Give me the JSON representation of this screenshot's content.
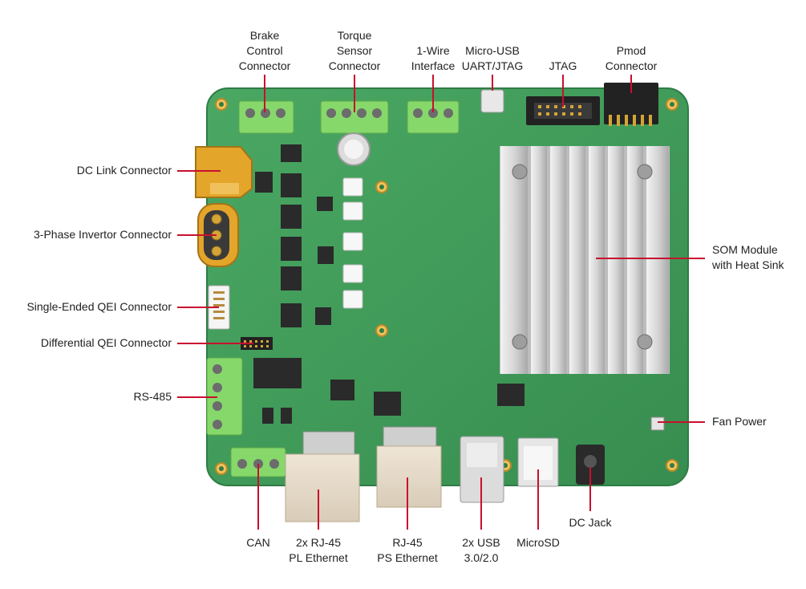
{
  "labels": {
    "brake": "Brake\nControl\nConnector",
    "torque": "Torque\nSensor\nConnector",
    "onewire": "1-Wire\nInterface",
    "microusb": "Micro-USB\nUART/JTAG",
    "jtag": "JTAG",
    "pmod": "Pmod\nConnector",
    "dclink": "DC Link Connector",
    "threephase": "3-Phase Invertor Connector",
    "se_qei": "Single-Ended QEI Connector",
    "diff_qei": "Differential QEI Connector",
    "rs485": "RS-485",
    "som": "SOM Module\nwith Heat Sink",
    "fan": "Fan Power",
    "can": "CAN",
    "rj45_pl": "2x RJ-45\nPL Ethernet",
    "rj45_ps": "RJ-45\nPS Ethernet",
    "usb": "2x USB\n3.0/2.0",
    "microsd": "MicroSD",
    "dcjack": "DC Jack"
  },
  "colors": {
    "pcb": "#3f9a58",
    "pcb_edge": "#2f7c45",
    "terminal": "#86d86b",
    "heatsink": "#d9d9d9",
    "xt_connector": "#e3a52a",
    "leader": "#c8102e"
  }
}
